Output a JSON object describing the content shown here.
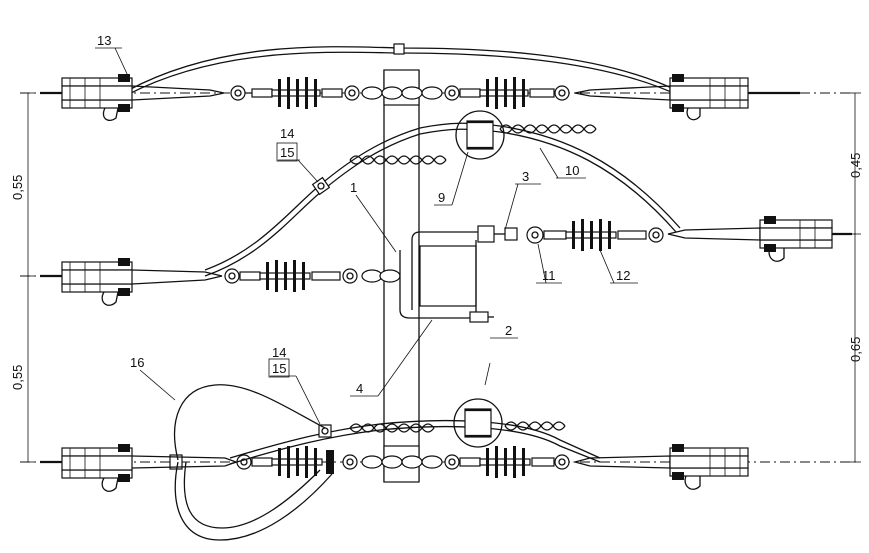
{
  "labels": {
    "l1": "1",
    "l2": "2",
    "l3": "3",
    "l4": "4",
    "l9": "9",
    "l10": "10",
    "l11": "11",
    "l12": "12",
    "l13": "13",
    "l14a": "14",
    "l15a": "15",
    "l14b": "14",
    "l15b": "15",
    "l16": "16"
  },
  "dimensions": {
    "left_upper": "0,55",
    "left_lower": "0,55",
    "right_upper": "0,45",
    "right_lower": "0,65"
  }
}
